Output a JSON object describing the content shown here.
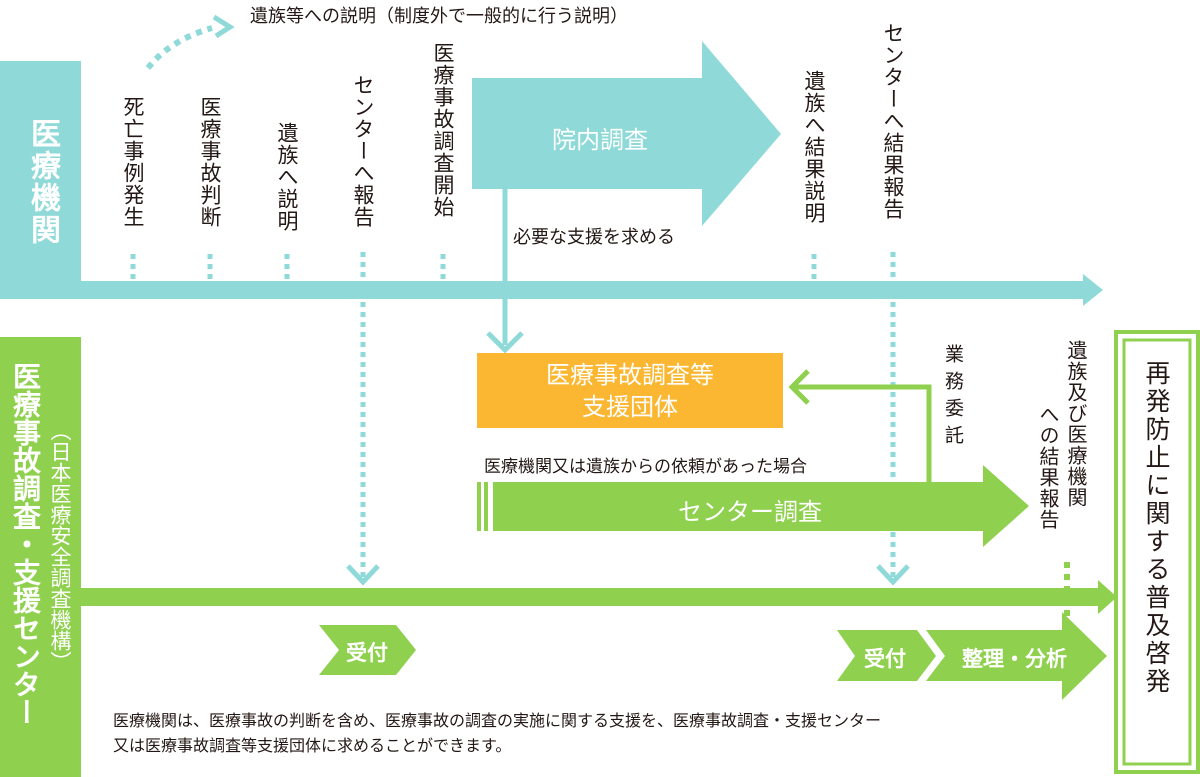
{
  "colors": {
    "hospital": "#8FDAD8",
    "center": "#8FD14F",
    "support_org": "#FBB731",
    "text": "#231815"
  },
  "top_note": "遺族等への説明（制度外で一般的に行う説明）",
  "hospital_lane": {
    "label": "医療機関",
    "steps": [
      "死亡事例発生",
      "医療事故判断",
      "遺族へ説明",
      "センターへ報告",
      "医療事故調査開始",
      "遺族へ結果説明",
      "センターへ結果報告"
    ],
    "internal_investigation": "院内調査",
    "request_support": "必要な支援を求める"
  },
  "center_lane": {
    "label": "医療事故調査・支援センター",
    "sublabel": "（日本医療安全調査機構）",
    "support_org": "医療事故調査等\n支援団体",
    "support_org_line1": "医療事故調査等",
    "support_org_line2": "支援団体",
    "outsourcing": "業務委託",
    "request_condition": "医療機関又は遺族からの依頼があった場合",
    "center_investigation": "センター調査",
    "result_report": "遺族及び医療機関への結果報告",
    "result_report_col1": "遺族及び医療機関",
    "result_report_col2": "への結果報告",
    "reception_1": "受付",
    "reception_2": "受付",
    "analysis": "整理・分析"
  },
  "prevention_box": "再発防止に関する普及啓発",
  "footnote_line1": "医療機関は、医療事故の判断を含め、医療事故の調査の実施に関する支援を、医療事故調査・支援センター",
  "footnote_line2": "又は医療事故調査等支援団体に求めることができます。"
}
